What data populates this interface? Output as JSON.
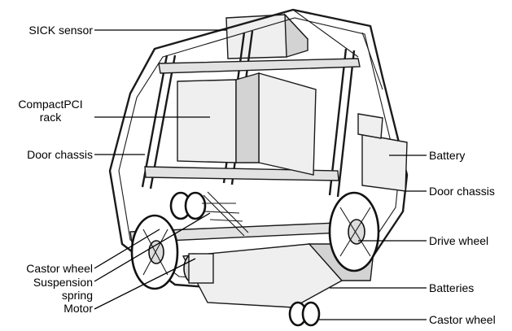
{
  "labels": {
    "sick_sensor": "SICK sensor",
    "compactpci_line1": "CompactPCI",
    "compactpci_line2": "rack",
    "door_chassis_left": "Door chassis",
    "battery": "Battery",
    "door_chassis_right": "Door chassis",
    "drive_wheel": "Drive wheel",
    "castor_wheel_left": "Castor wheel",
    "suspension_line1": "Suspension",
    "suspension_line2": "spring",
    "motor": "Motor",
    "batteries": "Batteries",
    "castor_wheel_bottom": "Castor wheel"
  }
}
